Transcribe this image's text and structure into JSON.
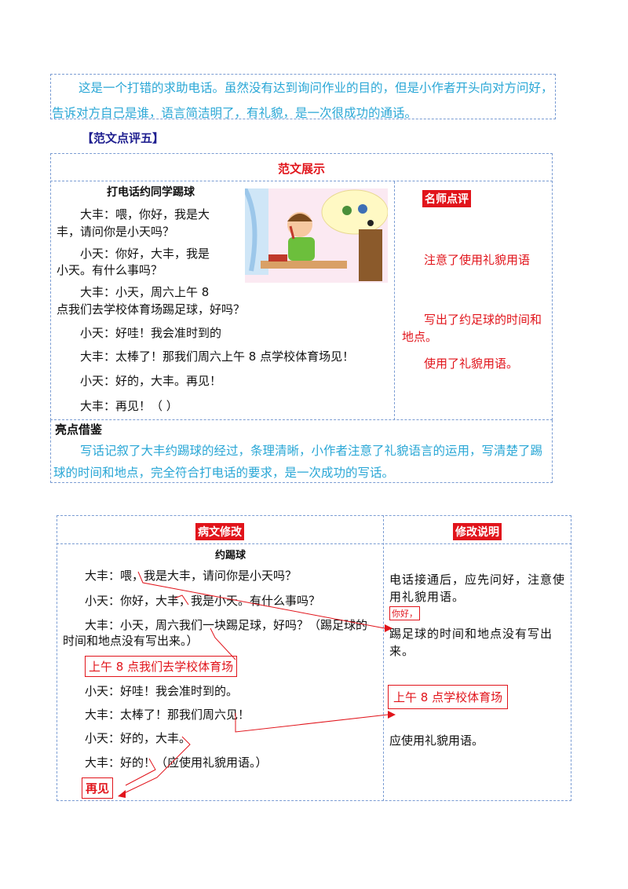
{
  "intro": "这是一个打错的求助电话。虽然没有达到询问作业的目的，但是小作者开头向对方问好，告诉对方自己是谁，语言简洁明了，有礼貌，是一次很成功的通话。",
  "section_label": "【范文点评五】",
  "sample": {
    "header": "范文展示",
    "title": "打电话约同学踢球",
    "lines": [
      "大丰：喂，你好，我是大",
      "丰，请问你是小天吗？",
      "小天：你好，大丰，我是",
      "小天。有什么事吗？",
      "大丰：小天，周六上午 8",
      "点我们去学校体育场踢足球，好吗？",
      "小天：好哇！我会准时到的",
      "大丰：太棒了！那我们周六上午 8 点学校体育场见！",
      "小天：好的，大丰。再见！",
      "大丰：再见！（ ）"
    ],
    "comment_tag": "名师点评",
    "comments": [
      "注意了使用礼貌用语",
      "写出了约足球的时间和地点。",
      "使用了礼貌用语。"
    ]
  },
  "highlight": {
    "title": "亮点借鉴",
    "text": "写话记叙了大丰约踢球的经过，条理清晰，小作者注意了礼貌语言的运用，写清楚了踢球的时间和地点，完全符合打电话的要求，是一次成功的写话。"
  },
  "revision": {
    "left_header": "病文修改",
    "right_header": "修改说明",
    "title": "约踢球",
    "lines": [
      "大丰：喂，我是大丰，请问你是小天吗？",
      "小天：你好，大丰，我是小天。有什么事吗？",
      "大丰：小天，周六我们一块踢足球，好吗？（踢足球的",
      "时间和地点没有写出来。）",
      "小天：好哇！我会准时到的。",
      "大丰：太棒了！那我们周六见！",
      "小天：好的，大丰。",
      "大丰：好的！（应使用礼貌用语。）"
    ],
    "insert_1": "上午 8 点我们去学校体育场",
    "insert_2": "再见",
    "notes": [
      "电话接通后，应先问好，注意使用礼貌用语。",
      "踢足球的时间和地点没有写出来。",
      "应使用礼貌用语。"
    ],
    "note_insert_small": "你好，",
    "note_insert_2": "上午 8 点学校体育场"
  }
}
